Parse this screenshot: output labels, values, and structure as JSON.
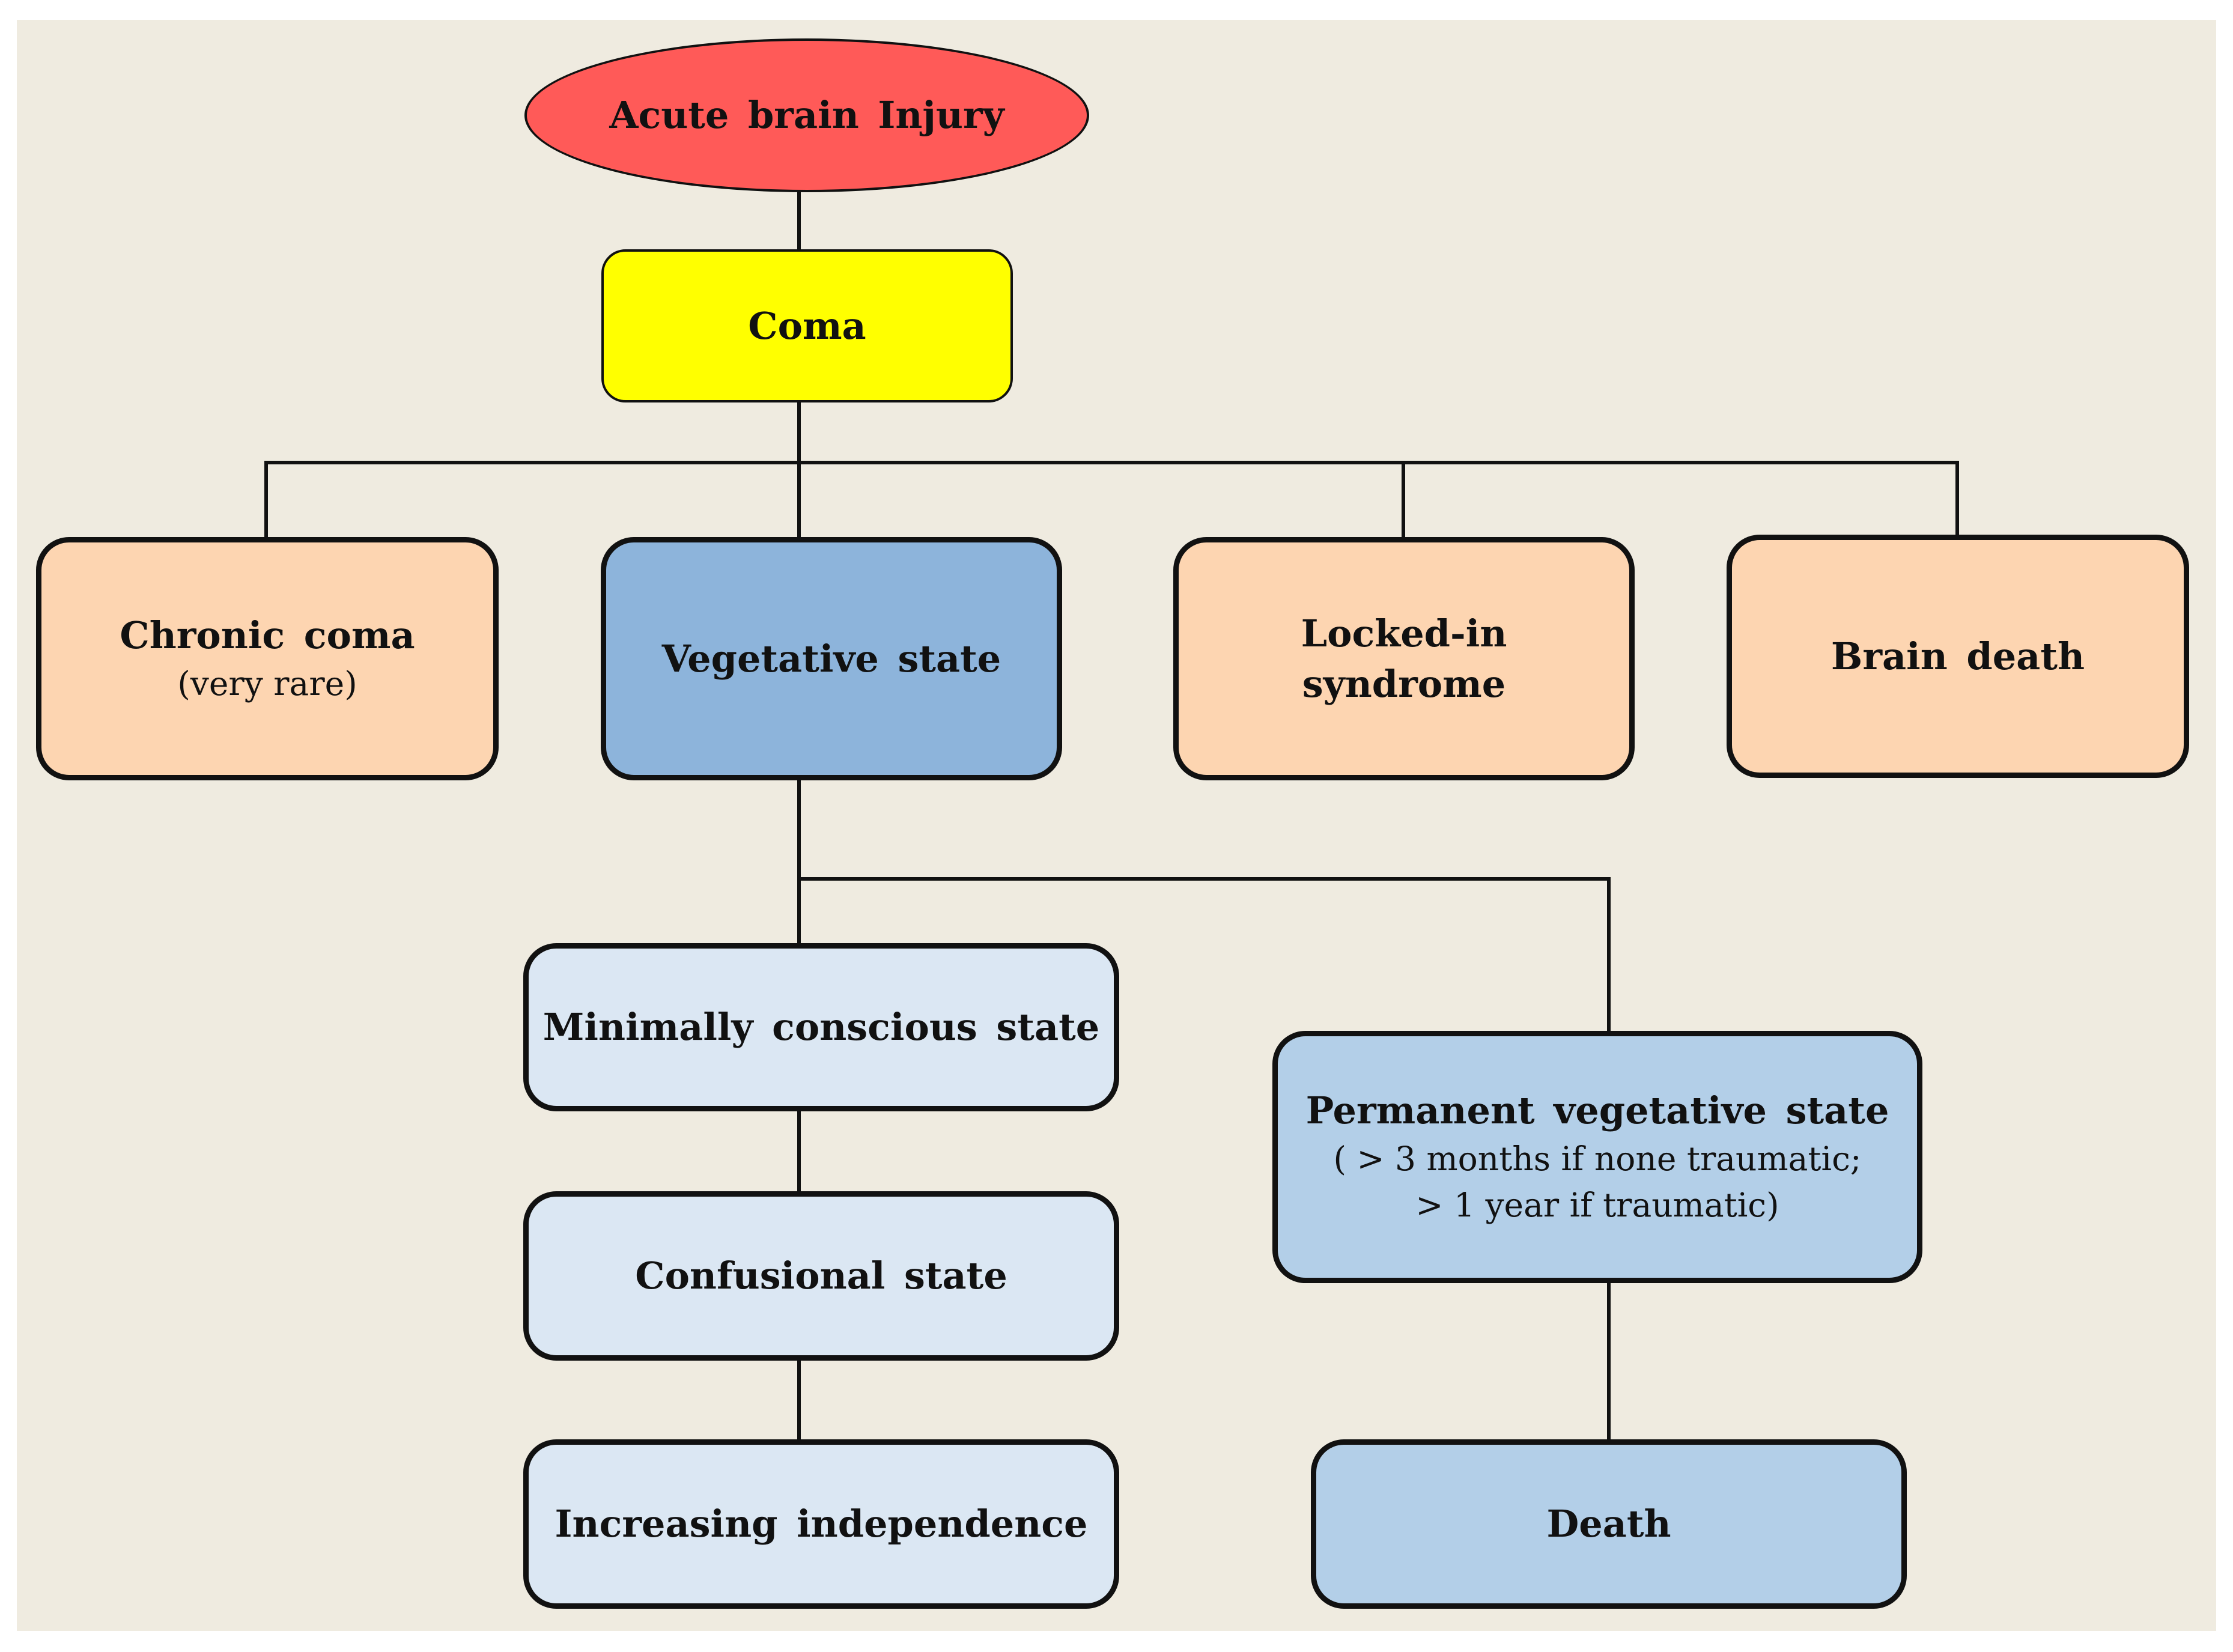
{
  "colors": {
    "canvas": "#efebe0",
    "red": "#ff5a58",
    "yellow": "#ffff00",
    "peach": "#fdd5b1",
    "blue_dark": "#8db4db",
    "blue_mid": "#b3cfe8",
    "blue_light": "#dbe7f3",
    "line": "#111111"
  },
  "nodes": {
    "acute": {
      "title": "Acute brain Injury",
      "shape": "ellipse"
    },
    "coma": {
      "title": "Coma"
    },
    "chronic": {
      "title": "Chronic coma",
      "sub": "(very rare)"
    },
    "vegetative": {
      "title": "Vegetative state"
    },
    "locked": {
      "title_line1": "Locked-in",
      "title_line2": "syndrome"
    },
    "brain_death": {
      "title": "Brain death"
    },
    "minimally": {
      "title": "Minimally conscious state"
    },
    "permanent": {
      "title": "Permanent vegetative state",
      "sub_line1": "( > 3 months if none traumatic;",
      "sub_line2": "> 1 year if traumatic)"
    },
    "confusional": {
      "title": "Confusional state"
    },
    "increasing": {
      "title": "Increasing independence"
    },
    "death": {
      "title": "Death"
    }
  }
}
